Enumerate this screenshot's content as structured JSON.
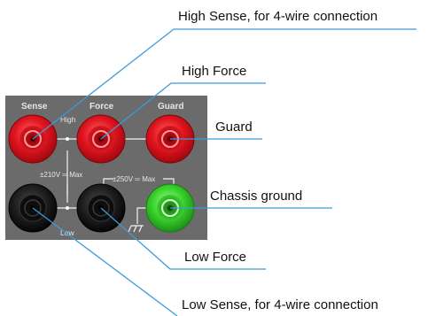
{
  "panel": {
    "headers": {
      "sense": "Sense",
      "force": "Force",
      "guard": "Guard"
    },
    "high_label": "High",
    "low_label": "Low",
    "rating_left": "±210V ═ Max",
    "rating_right": "±250V ═ Max"
  },
  "terminals": [
    {
      "id": "high-sense",
      "color": "red"
    },
    {
      "id": "high-force",
      "color": "red"
    },
    {
      "id": "guard",
      "color": "red"
    },
    {
      "id": "low-sense",
      "color": "black"
    },
    {
      "id": "low-force",
      "color": "black"
    },
    {
      "id": "chassis-ground",
      "color": "green"
    }
  ],
  "callouts": {
    "high_sense": "High Sense, for 4-wire connection",
    "high_force": "High Force",
    "guard": "Guard",
    "chassis_ground": "Chassis ground",
    "low_force": "Low Force",
    "low_sense": "Low Sense, for 4-wire connection"
  },
  "colors": {
    "leader": "#3a9bd9",
    "panel": "#6b6b6b",
    "red": "#e0141e",
    "green": "#39d12e",
    "black": "#1a1a1a"
  }
}
